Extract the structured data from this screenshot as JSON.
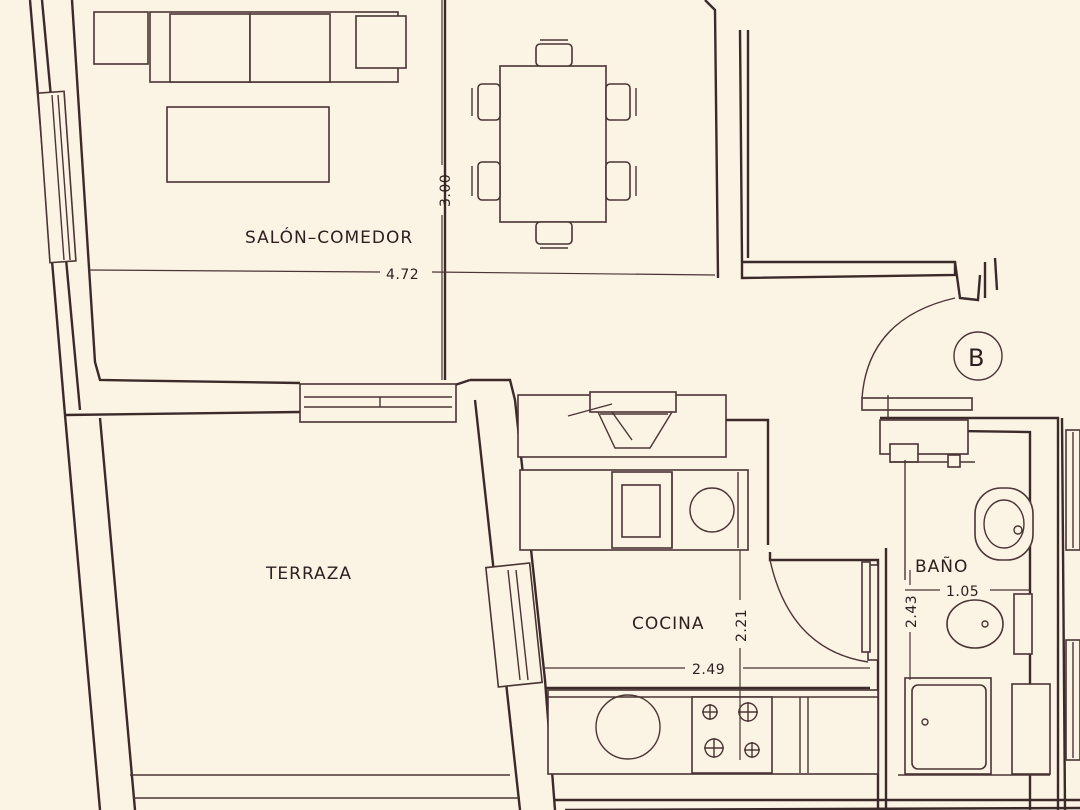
{
  "rooms": {
    "salon_comedor": "SALÓN–COMEDOR",
    "terraza": "TERRAZA",
    "cocina": "COCINA",
    "bano": "BAÑO"
  },
  "dimensions": {
    "salon_width": "4.72",
    "salon_depth": "3.00",
    "cocina_width": "2.49",
    "cocina_depth": "2.21",
    "bano_width": "1.05",
    "bano_depth": "2.43"
  },
  "marker": "B",
  "colors": {
    "paper": "#fbf3e4",
    "ink": "#3a2a2a"
  }
}
